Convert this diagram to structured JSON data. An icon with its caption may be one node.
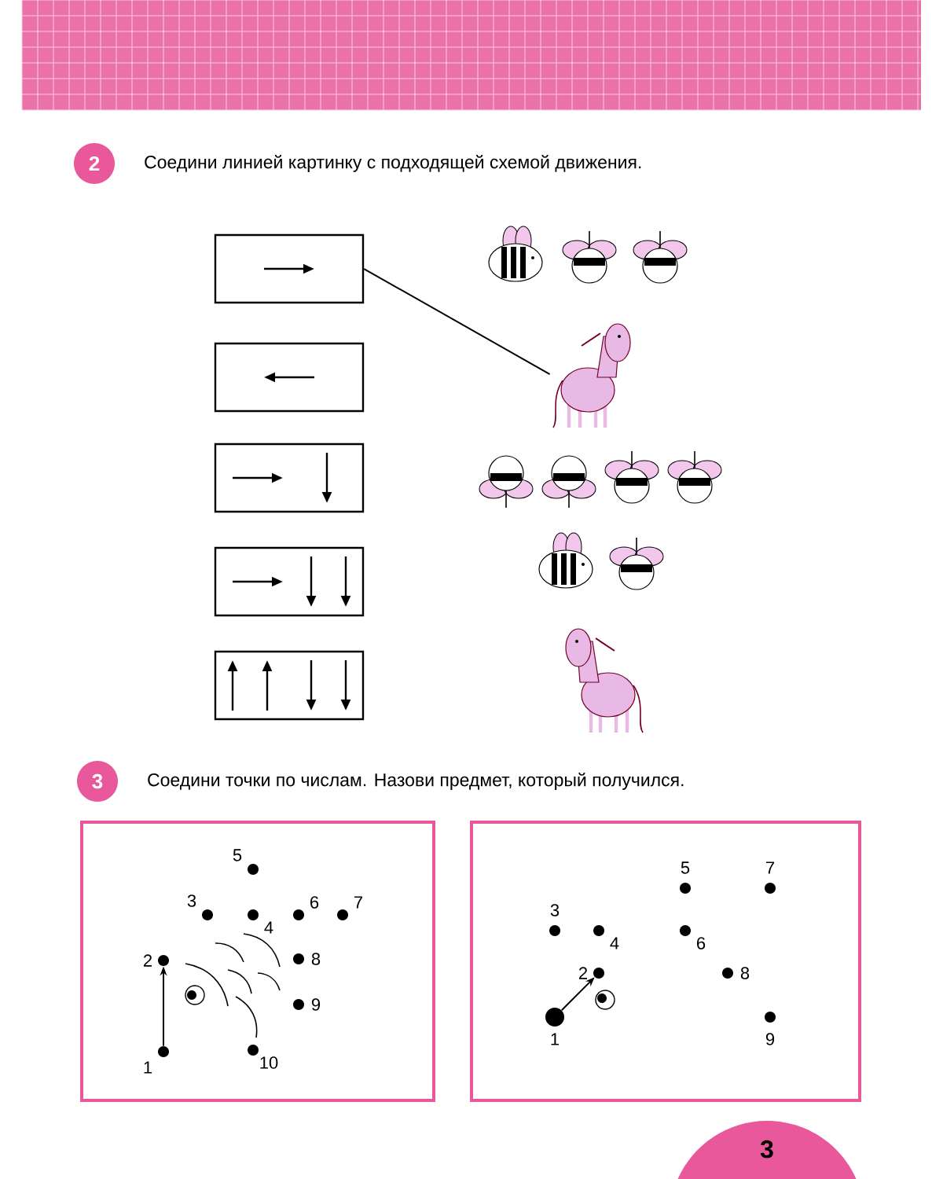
{
  "diagram": {
    "nodes": [
      {
        "text": [],
        "shape": "box"
      },
      {
        "text": [],
        "shape": "box"
      },
      {
        "text": [],
        "shape": "box"
      },
      {
        "text": [],
        "shape": "box"
      },
      {
        "text": [],
        "shape": "box"
      },
      {
        "text": [],
        "shape": "picture"
      },
      {
        "text": [],
        "shape": "picture"
      },
      {
        "text": [],
        "shape": "picture"
      },
      {
        "text": [],
        "shape": "picture"
      },
      {
        "text": [],
        "shape": "picture"
      },
      {
        "text": [],
        "shape": "box"
      },
      {
        "text": [],
        "shape": "circle",
        "beside": [
          "1"
        ],
        "in": 10
      },
      {
        "text": [],
        "shape": "circle",
        "beside": [
          "2"
        ],
        "in": 10
      },
      {
        "text": [],
        "shape": "circle",
        "beside": [
          "3"
        ],
        "in": 10
      },
      {
        "text": [],
        "shape": "circle",
        "beside": [
          "4"
        ],
        "in": 10
      },
      {
        "text": [],
        "shape": "circle",
        "beside": [
          "5"
        ],
        "in": 10
      },
      {
        "text": [],
        "shape": "circle",
        "beside": [
          "6"
        ],
        "in": 10
      },
      {
        "text": [],
        "shape": "circle",
        "beside": [
          "7"
        ],
        "in": 10
      },
      {
        "text": [],
        "shape": "circle",
        "beside": [
          "8"
        ],
        "in": 10
      },
      {
        "text": [],
        "shape": "circle",
        "beside": [
          "9"
        ],
        "in": 10
      },
      {
        "text": [],
        "shape": "circle",
        "beside": [
          "10"
        ],
        "in": 10
      },
      {
        "text": [],
        "shape": "box"
      },
      {
        "text": [],
        "shape": "circle",
        "beside": [
          "1"
        ],
        "in": 21
      },
      {
        "text": [],
        "shape": "circle",
        "beside": [
          "2"
        ],
        "in": 21
      },
      {
        "text": [],
        "shape": "circle",
        "beside": [
          "3"
        ],
        "in": 21
      },
      {
        "text": [],
        "shape": "circle",
        "beside": [
          "4"
        ],
        "in": 21
      },
      {
        "text": [],
        "shape": "circle",
        "beside": [
          "5"
        ],
        "in": 21
      },
      {
        "text": [],
        "shape": "circle",
        "beside": [
          "6"
        ],
        "in": 21
      },
      {
        "text": [],
        "shape": "circle",
        "beside": [
          "7"
        ],
        "in": 21
      },
      {
        "text": [],
        "shape": "circle",
        "beside": [
          "8"
        ],
        "in": 21
      },
      {
        "text": [],
        "shape": "circle",
        "beside": [
          "9"
        ],
        "in": 21
      }
    ],
    "edges": [
      {
        "from": 0,
        "to": 6,
        "arrow": "none"
      },
      {
        "from": 11,
        "to": 12,
        "arrow": "to"
      },
      {
        "from": 22,
        "to": 23,
        "arrow": "to"
      }
    ],
    "labels": [
      "2",
      "Соедини линией картинку с подходящей схемой движения.",
      "3",
      "Соедини точки по числам. Назови предмет, который получился.",
      "3"
    ]
  }
}
